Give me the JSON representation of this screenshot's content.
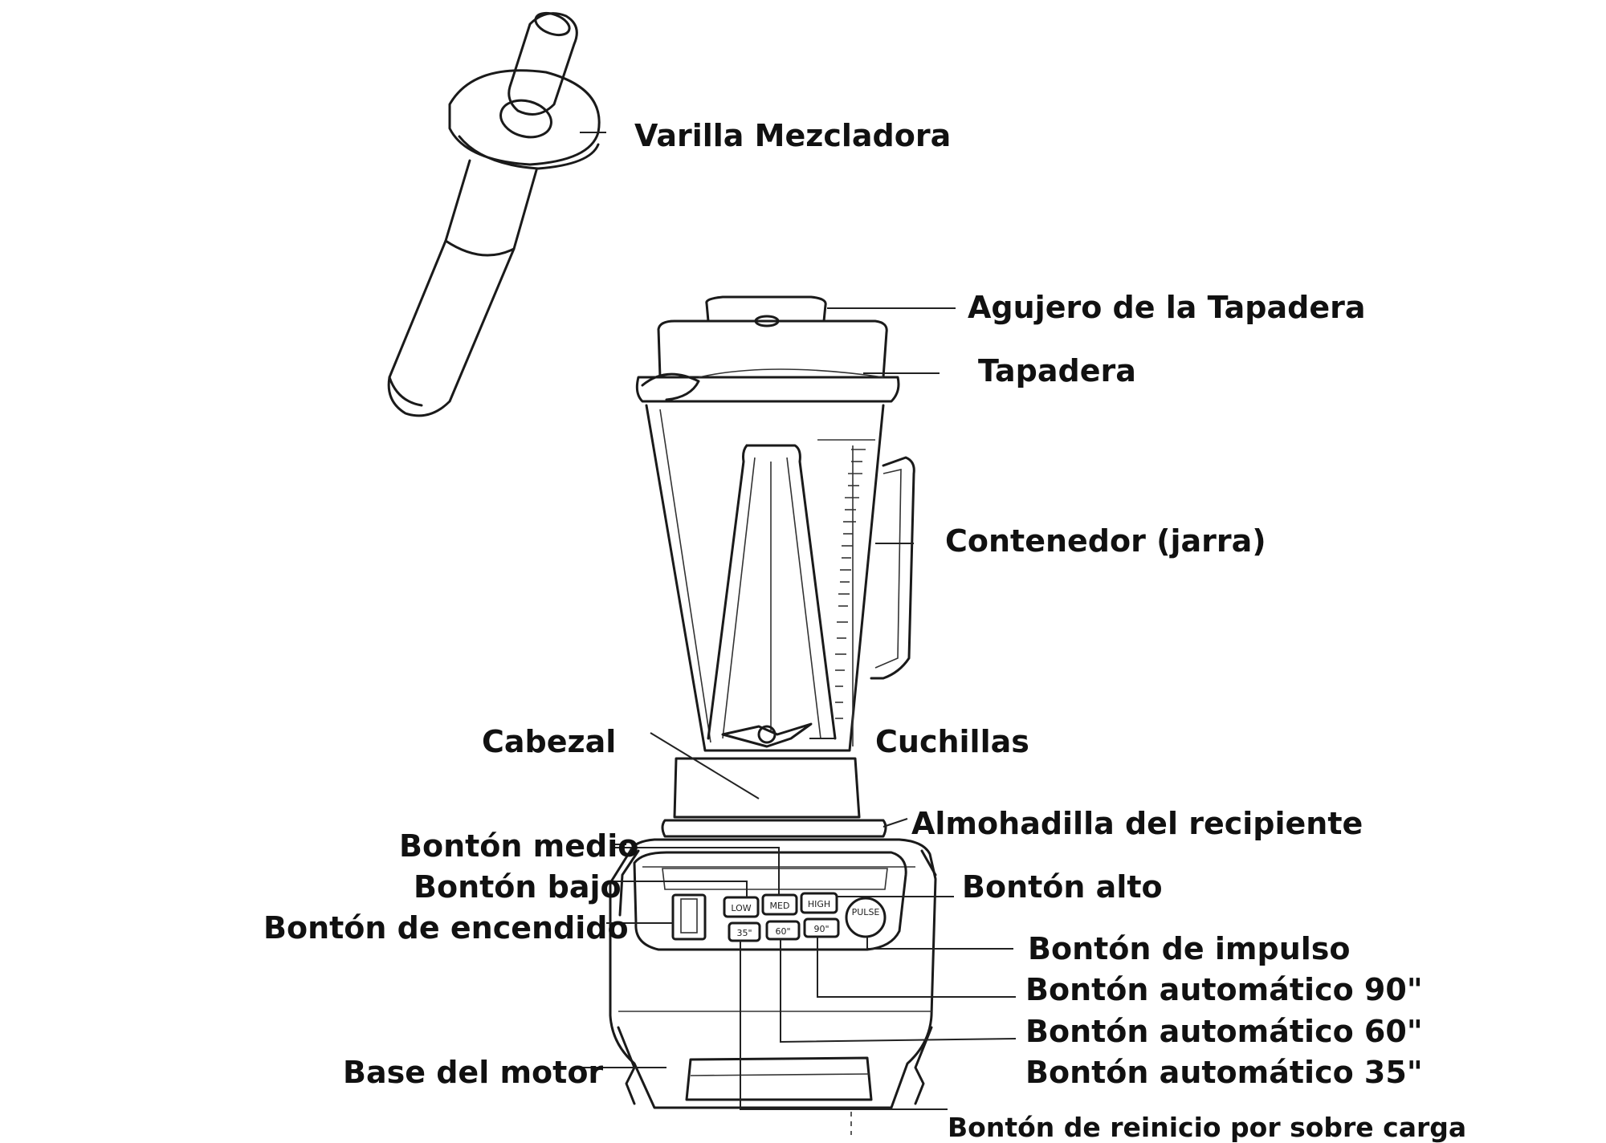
{
  "labels": {
    "mixing_rod": "Varilla Mezcladora",
    "lid_hole": "Agujero de la Tapadera",
    "lid": "Tapadera",
    "container": "Contenedor (jarra)",
    "head": "Cabezal",
    "blades": "Cuchillas",
    "container_pad": "Almohadilla del recipiente",
    "medium_button": "Bontón medio",
    "low_button": "Bontón bajo",
    "power_button": "Bontón de encendido",
    "high_button": "Bontón alto",
    "pulse_button": "Bontón de impulso",
    "auto_90_button": "Bontón automático 90\"",
    "auto_60_button": "Bontón automático 60\"",
    "auto_35_button": "Bontón automático 35\"",
    "motor_base": "Base del motor",
    "overload_reset_button": "Bontón de reinicio por sobre carga"
  },
  "panel_buttons": {
    "low": "LOW",
    "med": "MED",
    "high": "HIGH",
    "pulse": "PULSE",
    "t35": "35\"",
    "t60": "60\"",
    "t90": "90\""
  }
}
